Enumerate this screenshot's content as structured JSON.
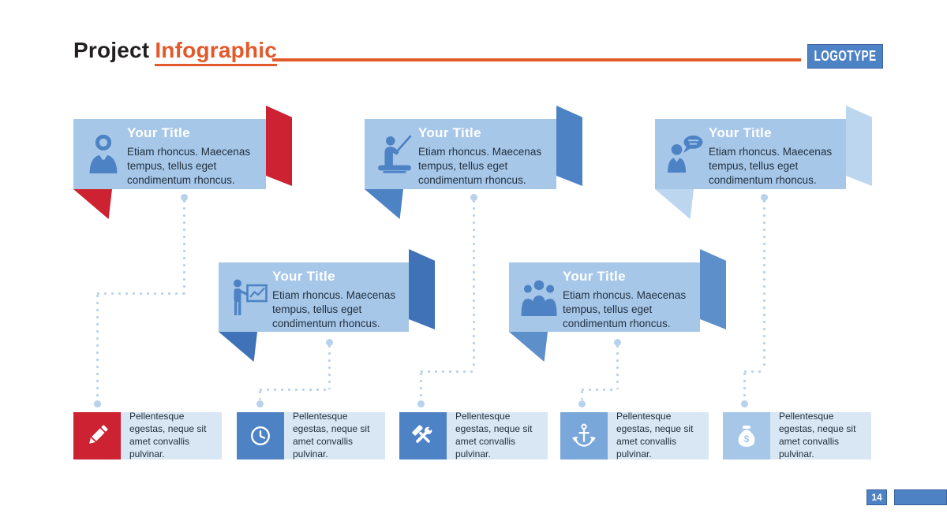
{
  "header": {
    "title_primary": "Project",
    "title_accent": "Infographic",
    "logotype": "LOGOTYPE"
  },
  "banners": [
    {
      "title": "Your Title",
      "text": "Etiam rhoncus. Maecenas tempus, tellus eget condimentum rhoncus.",
      "icon": "businessman-icon",
      "accent": "#cd2232"
    },
    {
      "title": "Your Title",
      "text": "Etiam rhoncus. Maecenas tempus, tellus eget condimentum rhoncus.",
      "icon": "teacher-icon",
      "accent": "#4d82c5"
    },
    {
      "title": "Your Title",
      "text": "Etiam rhoncus. Maecenas tempus, tellus eget condimentum rhoncus.",
      "icon": "speech-person-icon",
      "accent": "#bdd6ef"
    },
    {
      "title": "Your Title",
      "text": "Etiam rhoncus. Maecenas tempus, tellus eget condimentum rhoncus.",
      "icon": "chart-presenter-icon",
      "accent": "#3f72b7"
    },
    {
      "title": "Your Title",
      "text": "Etiam rhoncus. Maecenas tempus, tellus eget condimentum rhoncus.",
      "icon": "team-icon",
      "accent": "#5d90ca"
    }
  ],
  "callouts": [
    {
      "text": "Pellentesque egestas, neque sit amet convallis pulvinar.",
      "icon": "pencil-icon",
      "accent": "#cd2232"
    },
    {
      "text": "Pellentesque egestas, neque sit amet convallis pulvinar.",
      "icon": "clock-icon",
      "accent": "#4d82c5"
    },
    {
      "text": "Pellentesque egestas, neque sit amet convallis pulvinar.",
      "icon": "tools-icon",
      "accent": "#4d82c5"
    },
    {
      "text": "Pellentesque egestas, neque sit amet convallis pulvinar.",
      "icon": "anchor-icon",
      "accent": "#7aa7d9"
    },
    {
      "text": "Pellentesque egestas, neque sit amet convallis pulvinar.",
      "icon": "money-bag-icon",
      "accent": "#a7c7e9"
    }
  ],
  "footer": {
    "page_number": "14"
  },
  "colors": {
    "accent_orange": "#e2592b",
    "title_dark": "#231f20",
    "banner_body": "#a7c7e9",
    "icon_blue": "#4d82c5",
    "text_dark": "#22313f",
    "connector": "#b9d1eb",
    "callout_bg": "#d9e6f4",
    "logo_blue": "#4d82c5",
    "logo_border": "#38619b"
  }
}
